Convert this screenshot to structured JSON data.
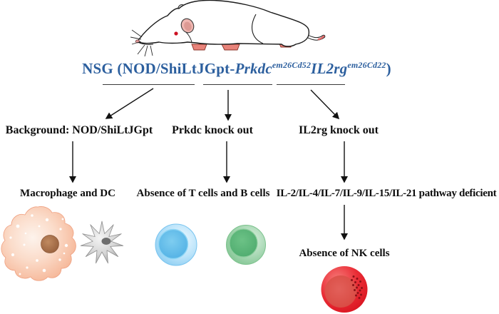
{
  "title": {
    "prefix": "NSG (NOD/ShiLtJGpt-",
    "gene1": "Prkdc",
    "gene1_superscript": "em26Cd52",
    "gene2": "IL2rg",
    "gene2_superscript": "em26Cd22",
    "suffix": ")",
    "color": "#2c5f9e"
  },
  "mouse_illustration": "white-lab-mouse",
  "branches": [
    {
      "id": "background",
      "label": "Background: NOD/ShiLtJGpt",
      "result": "Macrophage and DC",
      "cells": [
        {
          "name": "macrophage",
          "color": "#f5b493"
        },
        {
          "name": "dendritic-cell",
          "color": "#bdbdbd"
        }
      ]
    },
    {
      "id": "prkdc",
      "label": "Prkdc knock out",
      "result": "Absence of T cells and B cells",
      "cells": [
        {
          "name": "t-cell",
          "color": "#5fb9e9"
        },
        {
          "name": "b-cell",
          "color": "#58b87a"
        }
      ]
    },
    {
      "id": "il2rg",
      "label": "IL2rg knock out",
      "result": "IL-2/IL-4/IL-7/IL-9/IL-15/IL-21 pathway deficient",
      "sub_result": "Absence of NK cells",
      "cells": [
        {
          "name": "nk-cell",
          "color": "#e0302f"
        }
      ]
    }
  ]
}
